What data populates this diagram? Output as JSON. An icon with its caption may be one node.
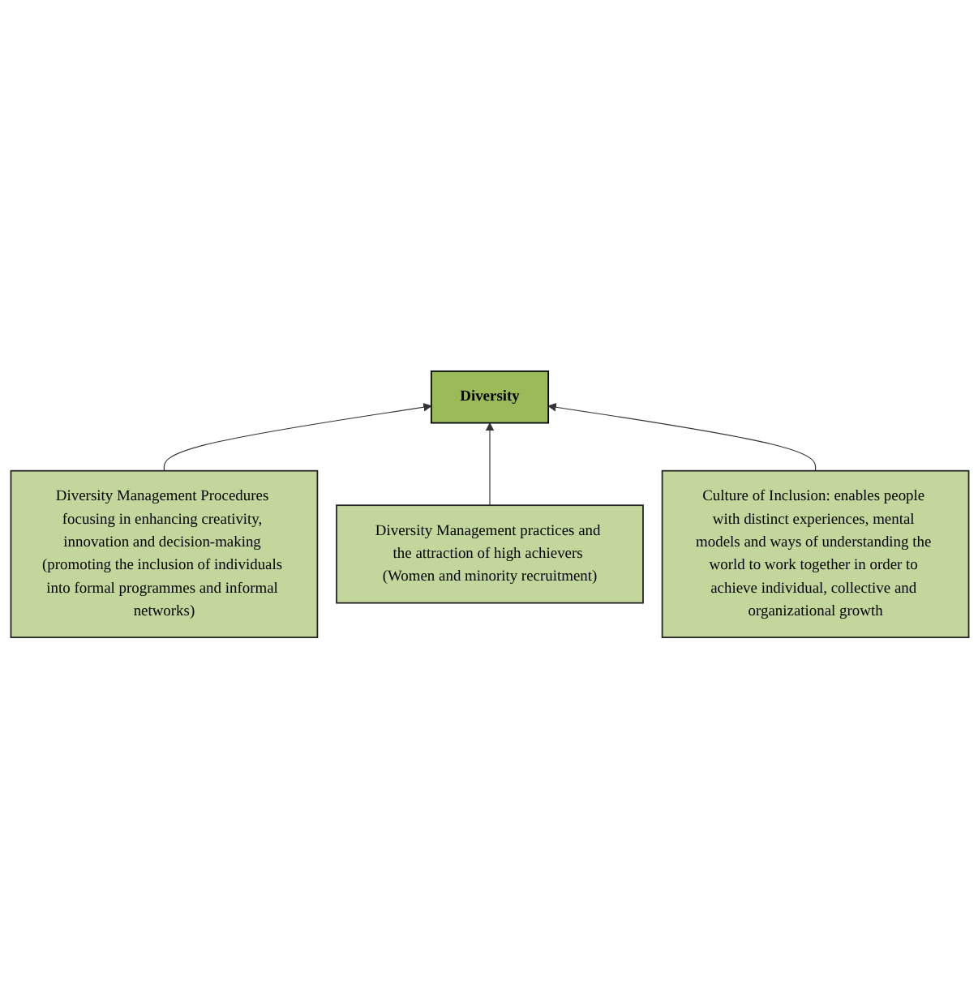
{
  "diagram": {
    "nodes": [
      {
        "text": [
          "Diversity"
        ]
      },
      {
        "text": [
          "Diversity Management Procedures focusing in enhancing creativity, innovation and decision-making (promoting the inclusion of individuals into formal programmes and informal networks)"
        ]
      },
      {
        "text": [
          "Diversity Management practices and the attraction of high achievers (Women and minority recruitment)"
        ]
      },
      {
        "text": [
          "Culture of Inclusion: enables people with distinct experiences, mental models and ways of understanding the world to work together in order to achieve individual, collective and organizational growth"
        ]
      }
    ],
    "edges": [
      {
        "from": 1,
        "to": 0,
        "arrow": "to"
      },
      {
        "from": 2,
        "to": 0,
        "arrow": "to"
      },
      {
        "from": 3,
        "to": 0,
        "arrow": "to"
      }
    ]
  }
}
